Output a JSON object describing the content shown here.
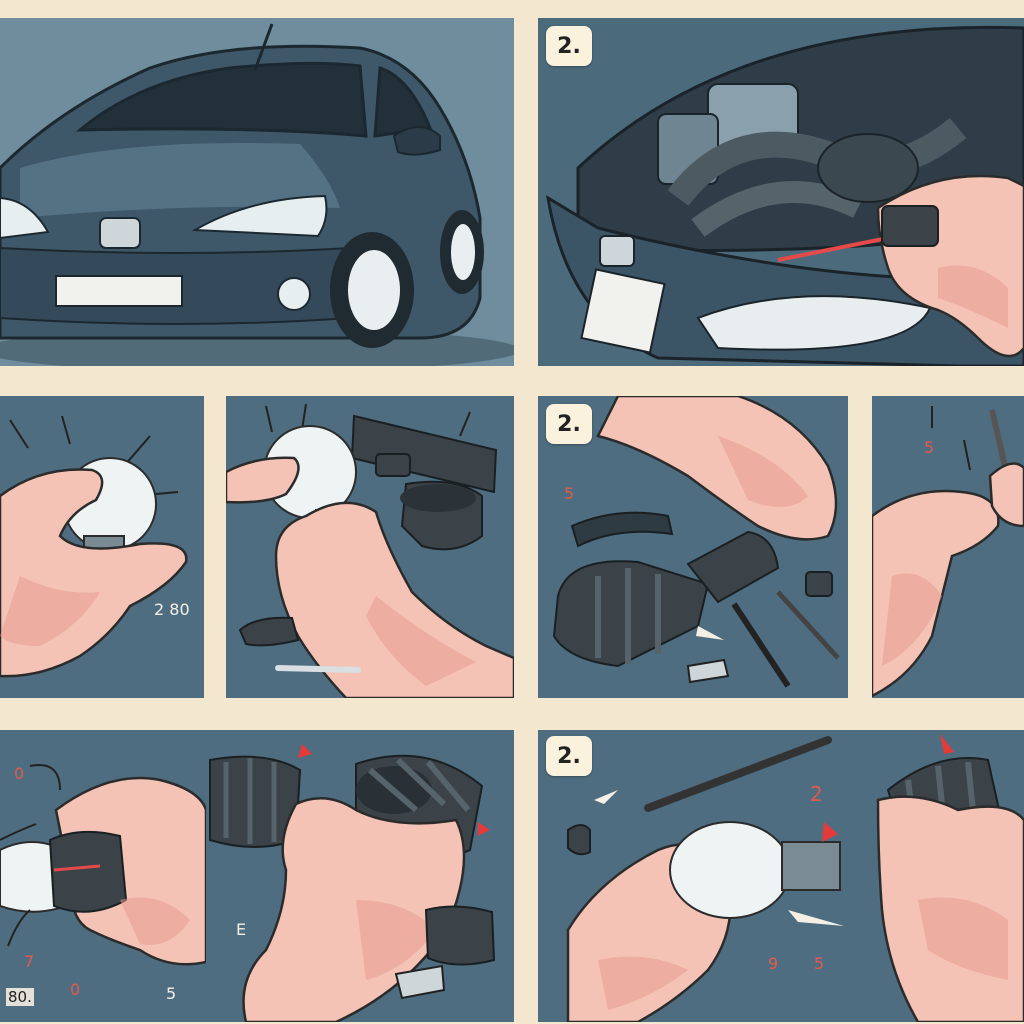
{
  "panels": {
    "p2": {
      "badge": "2."
    },
    "p5": {
      "badge": "2.",
      "label1": "5"
    },
    "p6": {
      "label1": "5"
    },
    "p3": {
      "label1": "2 80"
    },
    "p7": {
      "label1": "0",
      "label2": "7",
      "label3": "80.",
      "label4": "0",
      "label5": "5"
    },
    "p8": {
      "label1": "E"
    },
    "p9": {
      "badge": "2.",
      "label1": "2",
      "label2": "9",
      "label3": "5"
    }
  },
  "colors": {
    "panel_bg": "#4e6d80",
    "page_bg": "#f3e8cf",
    "accent": "#e53a3a"
  }
}
